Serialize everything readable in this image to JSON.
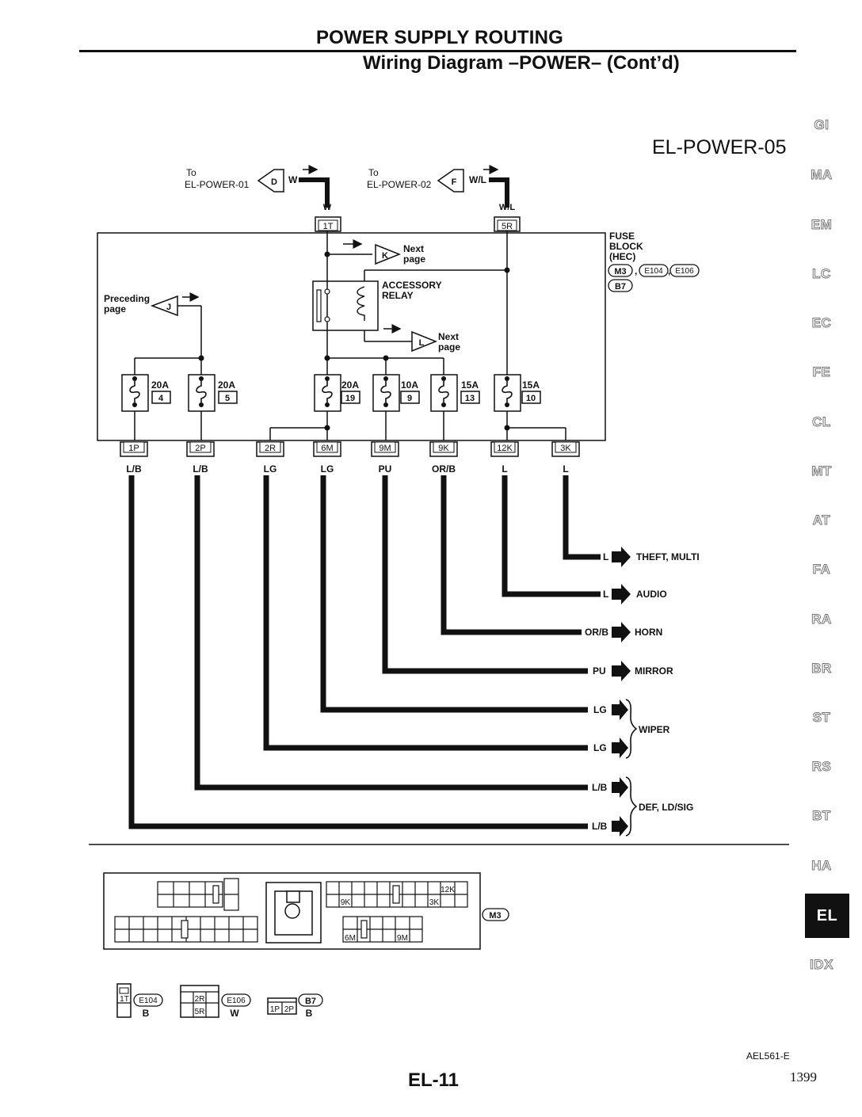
{
  "header": {
    "title": "POWER SUPPLY ROUTING",
    "subtitle": "Wiring Diagram –POWER– (Cont’d)"
  },
  "diagram_id": "EL-POWER-05",
  "inputs": [
    {
      "to": "To",
      "dest": "EL-POWER-01",
      "letter": "D",
      "color": "W",
      "pin": "1T"
    },
    {
      "to": "To",
      "dest": "EL-POWER-02",
      "letter": "F",
      "color": "W/L",
      "pin": "5R"
    }
  ],
  "fuse_block": {
    "name": [
      "FUSE",
      "BLOCK",
      "(HEC)"
    ],
    "connectors": [
      "M3",
      "E104",
      "E106",
      "B7"
    ]
  },
  "relay": {
    "name": [
      "ACCESSORY",
      "RELAY"
    ]
  },
  "refs": [
    {
      "letter": "K",
      "text": [
        "Next",
        "page"
      ]
    },
    {
      "letter": "L",
      "text": [
        "Next",
        "page"
      ]
    },
    {
      "letter": "J",
      "text": [
        "Preceding",
        "page"
      ]
    }
  ],
  "fuses": [
    {
      "amp": "20A",
      "num": "4"
    },
    {
      "amp": "20A",
      "num": "5"
    },
    {
      "amp": "20A",
      "num": "19"
    },
    {
      "amp": "10A",
      "num": "9"
    },
    {
      "amp": "15A",
      "num": "13"
    },
    {
      "amp": "15A",
      "num": "10"
    }
  ],
  "outputs": [
    {
      "pin": "1P",
      "color": "L/B"
    },
    {
      "pin": "2P",
      "color": "L/B"
    },
    {
      "pin": "2R",
      "color": "LG"
    },
    {
      "pin": "6M",
      "color": "LG"
    },
    {
      "pin": "9M",
      "color": "PU"
    },
    {
      "pin": "9K",
      "color": "OR/B"
    },
    {
      "pin": "12K",
      "color": "L"
    },
    {
      "pin": "3K",
      "color": "L"
    }
  ],
  "destinations": [
    {
      "color": "L",
      "label": "THEFT, MULTI"
    },
    {
      "color": "L",
      "label": "AUDIO"
    },
    {
      "color": "OR/B",
      "label": "HORN"
    },
    {
      "color": "PU",
      "label": "MIRROR"
    },
    {
      "color": "LG",
      "label": ""
    },
    {
      "color": "LG",
      "label": ""
    },
    {
      "color": "L/B",
      "label": ""
    },
    {
      "color": "L/B",
      "label": ""
    }
  ],
  "groups": [
    {
      "label": "WIPER"
    },
    {
      "label": "DEF, LD/SIG"
    }
  ],
  "connector_views": {
    "m3": {
      "name": "M3",
      "pins": [
        "12K",
        "9K",
        "3K",
        "6M",
        "9M"
      ]
    },
    "e104": {
      "name": "E104",
      "color": "B",
      "pins": [
        "1T"
      ]
    },
    "e106": {
      "name": "E106",
      "color": "W",
      "pins": [
        "2R",
        "5R"
      ]
    },
    "b7": {
      "name": "B7",
      "color": "B",
      "pins": [
        "1P",
        "2P"
      ]
    }
  },
  "side_tabs": [
    "GI",
    "MA",
    "EM",
    "LC",
    "EC",
    "FE",
    "CL",
    "MT",
    "AT",
    "FA",
    "RA",
    "BR",
    "ST",
    "RS",
    "BT",
    "HA",
    "EL",
    "IDX"
  ],
  "active_tab": "EL",
  "page_code": "AEL561-E",
  "page_label": "EL-11",
  "page_number": "1399"
}
